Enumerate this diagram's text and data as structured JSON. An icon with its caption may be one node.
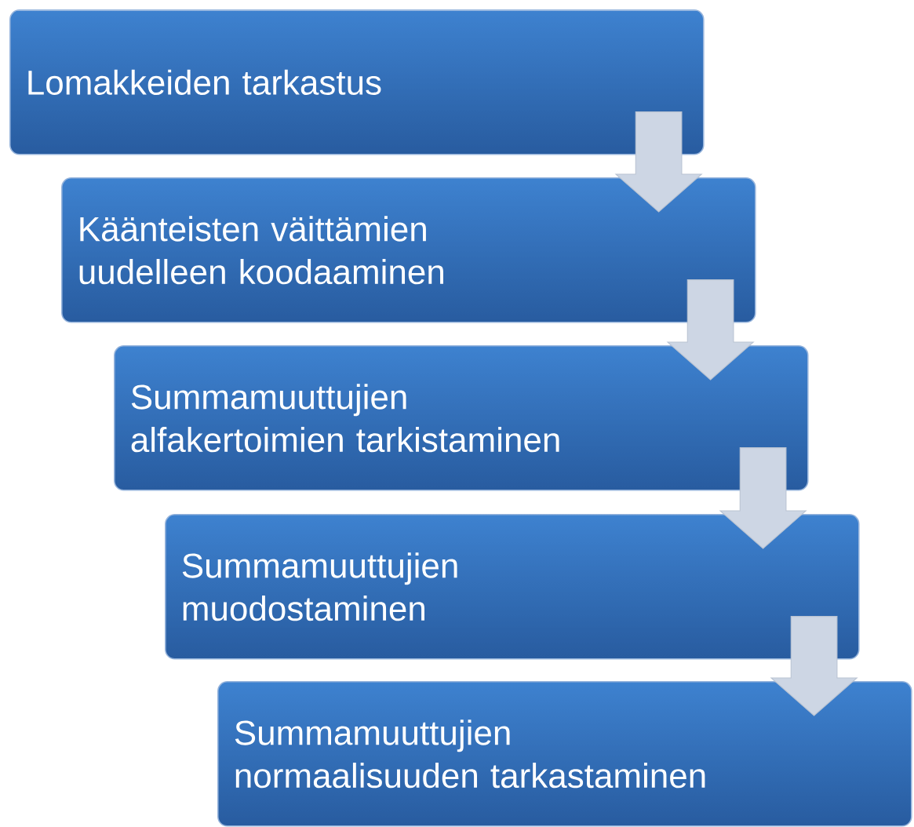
{
  "diagram": {
    "nodes": [
      {
        "text": [
          "Lomakkeiden tarkastus"
        ]
      },
      {
        "text": [
          "Käänteisten väittämien uudelleen koodaaminen"
        ]
      },
      {
        "text": [
          "Summamuuttujien alfakertoimien tarkistaminen"
        ]
      },
      {
        "text": [
          "Summamuuttujien muodostaminen"
        ]
      },
      {
        "text": [
          "Summamuuttujien normaalisuuden tarkastaminen"
        ]
      }
    ],
    "edges": [
      {
        "from": 0,
        "to": 1,
        "arrow": "to"
      },
      {
        "from": 1,
        "to": 2,
        "arrow": "to"
      },
      {
        "from": 2,
        "to": 3,
        "arrow": "to"
      },
      {
        "from": 3,
        "to": 4,
        "arrow": "to"
      }
    ]
  }
}
